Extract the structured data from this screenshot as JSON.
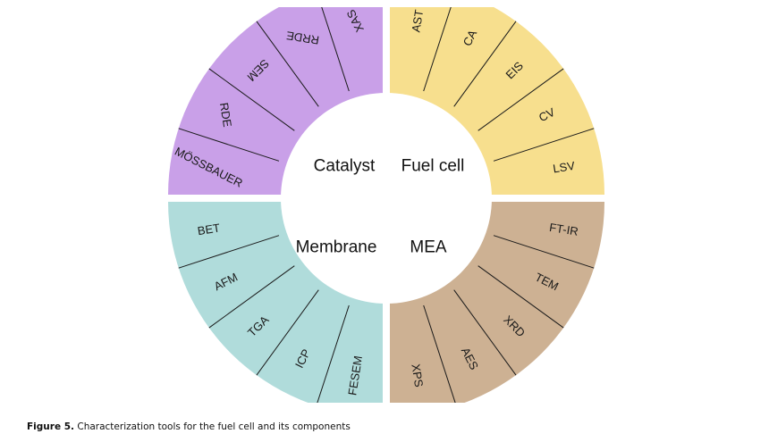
{
  "figure": {
    "caption_label": "Figure 5.",
    "caption_text": "Characterization tools for the fuel cell and its components"
  },
  "colors": {
    "catalyst": "#c9a0e8",
    "fuel_cell": "#f7df8e",
    "membrane": "#b0dcdb",
    "mea": "#cdb193",
    "divider": "#1a1a1a",
    "hub": "#ffffff"
  },
  "quadrants": [
    {
      "id": "catalyst",
      "title": "Catalyst",
      "color_key": "catalyst",
      "items": [
        "MÖSSBAUER",
        "RDE",
        "SEM",
        "RRDE",
        "XAS"
      ]
    },
    {
      "id": "fuel_cell",
      "title": "Fuel cell",
      "color_key": "fuel_cell",
      "items": [
        "AST",
        "CA",
        "EIS",
        "CV",
        "LSV"
      ]
    },
    {
      "id": "mea",
      "title": "MEA",
      "color_key": "mea",
      "items": [
        "FT-IR",
        "TEM",
        "XRD",
        "AES",
        "XPS"
      ]
    },
    {
      "id": "membrane",
      "title": "Membrane",
      "color_key": "membrane",
      "items": [
        "FESEM",
        "ICP",
        "TGA",
        "AFM",
        "BET"
      ]
    }
  ]
}
